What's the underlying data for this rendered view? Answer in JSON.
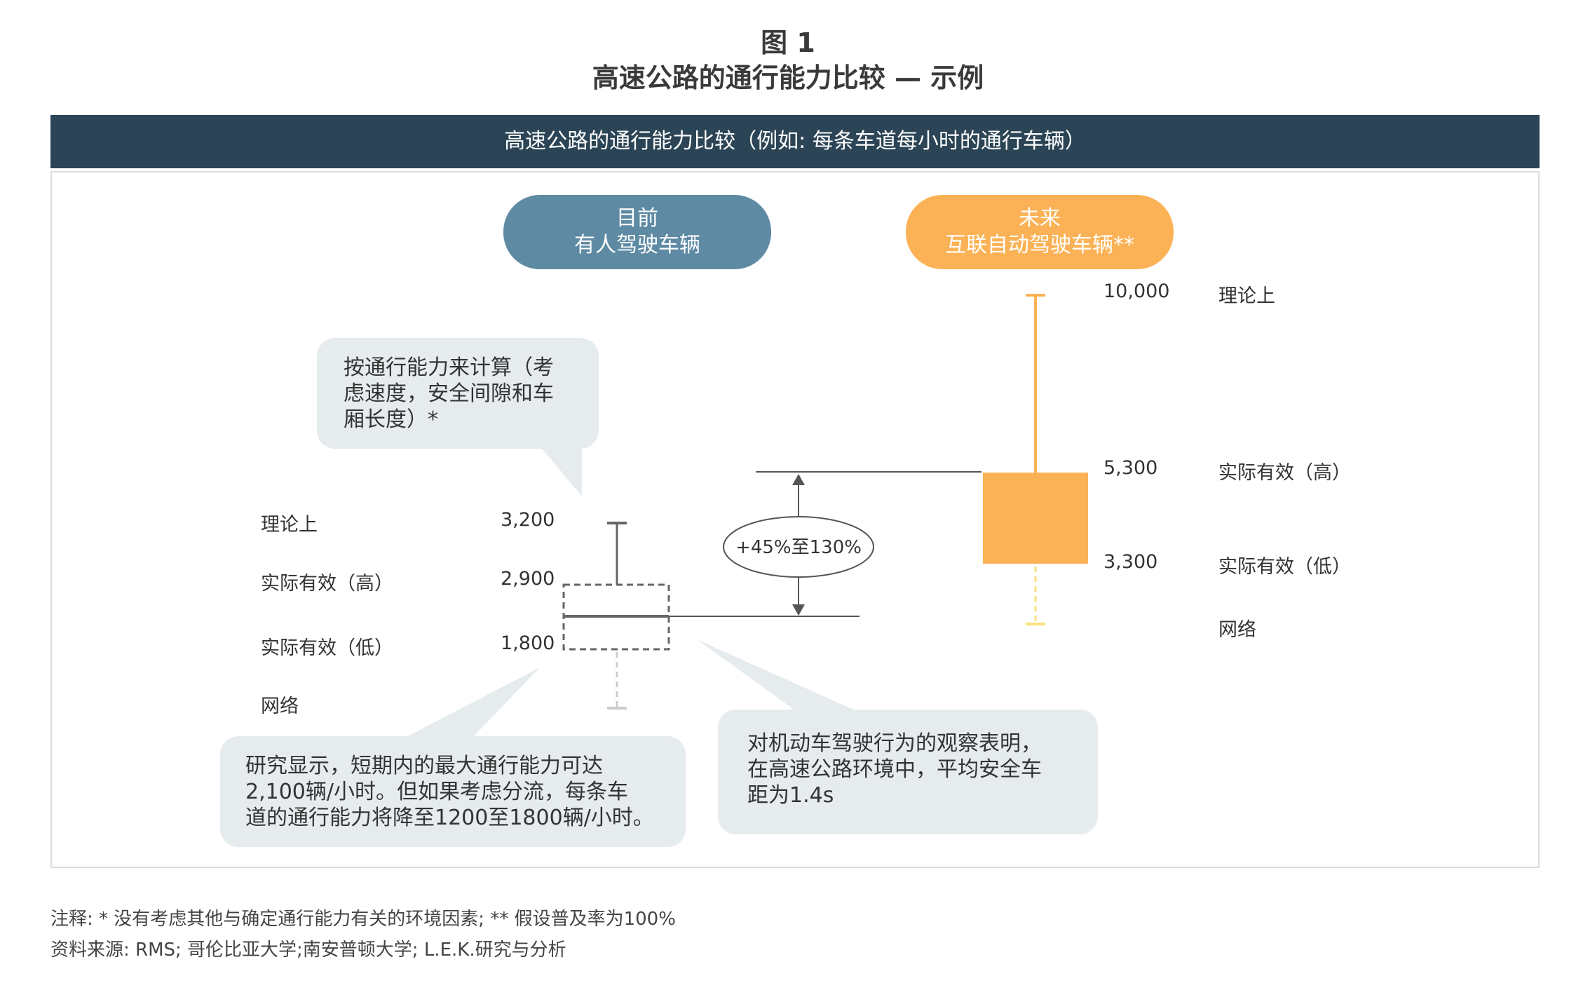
{
  "figure": {
    "number": "图 1",
    "title": "高速公路的通行能力比较 — 示例",
    "header": "高速公路的通行能力比较（例如: 每条车道每小时的通行车辆）"
  },
  "current": {
    "line1": "目前",
    "line2": "有人驾驶车辆",
    "labels": {
      "theoretical": "理论上",
      "effective_high": "实际有效（高）",
      "effective_low": "实际有效（低）",
      "network": "网络"
    },
    "values": {
      "theoretical": "3,200",
      "effective_high": "2,900",
      "effective_low": "1,800"
    }
  },
  "future": {
    "line1": "未来",
    "line2": "互联自动驾驶车辆**",
    "labels": {
      "theoretical": "理论上",
      "effective_high": "实际有效（高）",
      "effective_low": "实际有效（低）",
      "network": "网络"
    },
    "values": {
      "theoretical": "10,000",
      "effective_high": "5,300",
      "effective_low": "3,300"
    }
  },
  "increase_label": "+45%至130%",
  "callouts": {
    "top": [
      "按通行能力来计算（考",
      "虑速度，安全间隙和车",
      "厢长度）*"
    ],
    "left": [
      "研究显示，短期内的最大通行能力可达",
      "2,100辆/小时。但如果考虑分流，每条车",
      "道的通行能力将降至1200至1800辆/小时。"
    ],
    "right": [
      "对机动车驾驶行为的观察表明，",
      "在高速公路环境中，平均安全车",
      "距为1.4s"
    ]
  },
  "notes": {
    "note": "注释: * 没有考虑其他与确定通行能力有关的环境因素; ** 假设普及率为100%",
    "source": "资料来源: RMS; 哥伦比亚大学;南安普顿大学; L.E.K.研究与分析"
  },
  "colors": {
    "header_bar": "#2c4556",
    "current_pill": "#5e8aa3",
    "future_pill": "#fbb256",
    "future_box": "#fbb256",
    "future_whisker": "#fbb256",
    "future_network": "#fbe07a",
    "current_box": "#666666",
    "current_network": "#cccccc",
    "callout_bg": "#e6ebee"
  },
  "chart_data": {
    "type": "box",
    "unit": "每条车道每小时的通行车辆",
    "series": [
      {
        "name": "有人驾驶车辆",
        "theoretical": 3200,
        "effective_high": 2900,
        "effective_low": 1800
      },
      {
        "name": "互联自动驾驶车辆**",
        "theoretical": 10000,
        "effective_high": 5300,
        "effective_low": 3300
      }
    ]
  }
}
